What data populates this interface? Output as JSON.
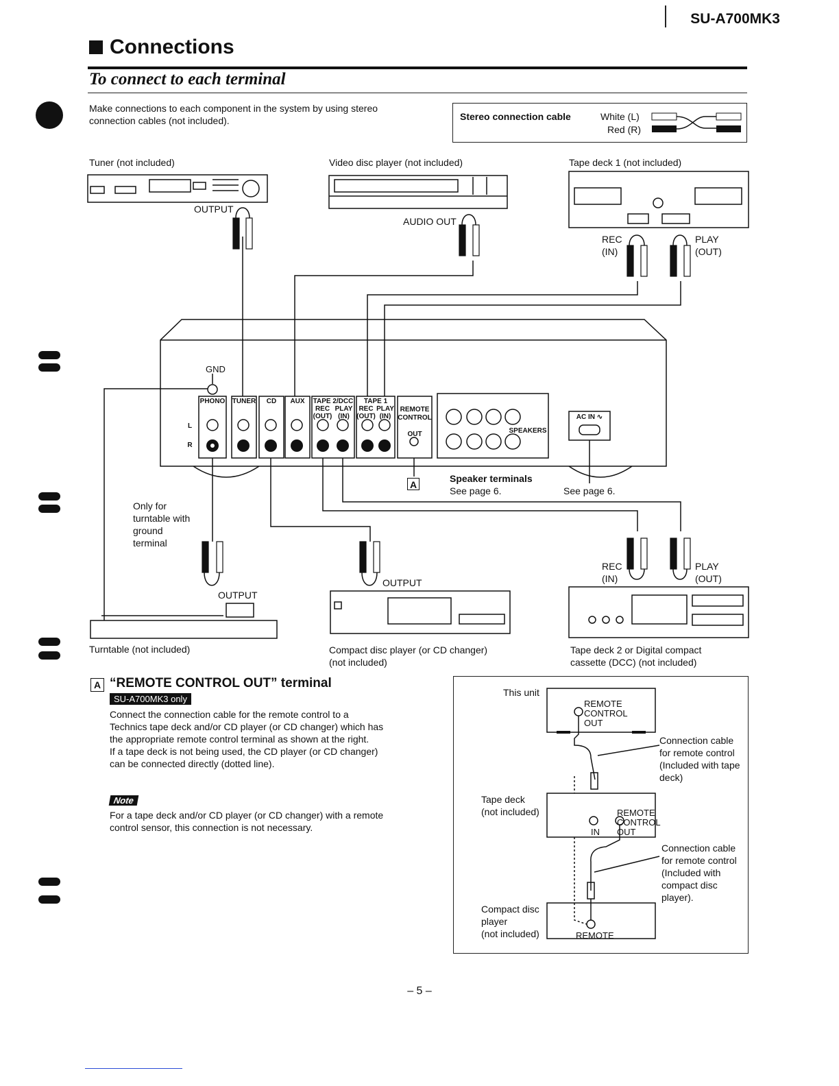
{
  "header": {
    "model": "SU-A700MK3"
  },
  "section": {
    "title": "Connections",
    "subtitle": "To connect to each terminal",
    "intro": "Make connections to each component in the system by using stereo connection cables (not included)."
  },
  "cable_box": {
    "label": "Stereo connection cable",
    "white": "White (L)",
    "red": "Red (R)"
  },
  "components": {
    "tuner": "Tuner (not included)",
    "video_disc": "Video disc player (not included)",
    "tape1": "Tape deck 1 (not included)",
    "turntable": "Turntable (not included)",
    "cd": "Compact disc player (or CD changer)",
    "cd2": "(not included)",
    "tape2": "Tape deck 2 or Digital compact",
    "tape2b": "cassette (DCC) (not included)"
  },
  "labels": {
    "output": "OUTPUT",
    "audio_out": "AUDIO OUT",
    "rec": "REC",
    "in": "(IN)",
    "play": "PLAY",
    "out": "(OUT)",
    "gnd": "GND",
    "only_for": "Only for",
    "turntable_with": "turntable with",
    "ground": "ground",
    "terminal": "terminal",
    "speaker_terminals": "Speaker terminals",
    "see_page6a": "See page 6.",
    "see_page6b": "See page 6.",
    "ac_in": "AC IN ∿",
    "speakers": "SPEAKERS",
    "badge_a": "A"
  },
  "panel": {
    "phono": "PHONO",
    "tuner": "TUNER",
    "cd": "CD",
    "aux": "AUX",
    "tape2": "TAPE 2/DCC",
    "tape1": "TAPE 1",
    "rec": "REC",
    "play": "PLAY",
    "out_p": "(OUT)",
    "in_p": "(IN)",
    "remote": "REMOTE",
    "control": "CONTROL",
    "out": "OUT",
    "l": "L",
    "r": "R"
  },
  "remote_section": {
    "badge": "A",
    "title": "“REMOTE CONTROL OUT” terminal",
    "only": "SU-A700MK3 only",
    "p1": "Connect the connection cable for the remote control to a Technics tape deck and/or CD player (or CD changer) which has the appropriate remote control terminal as shown at the right.",
    "p2": "If a tape deck is not being used, the CD player (or CD changer) can be connected directly (dotted line).",
    "note_badge": "Note",
    "note": "For a tape deck and/or CD player (or CD changer) with a remote control sensor, this connection is not necessary."
  },
  "remote_diagram": {
    "this_unit": "This unit",
    "remote": "REMOTE",
    "control": "CONTROL",
    "out": "OUT",
    "in": "IN",
    "tape_deck": "Tape deck",
    "not_included": "(not included)",
    "cd_player1": "Compact disc",
    "cd_player2": "player",
    "cable1": [
      "Connection cable",
      "for remote control",
      "(Included with tape",
      "deck)"
    ],
    "cable2": [
      "Connection cable",
      "for remote control",
      "(Included with",
      "compact disc",
      "player)."
    ]
  },
  "footer": {
    "page": "– 5 –"
  }
}
